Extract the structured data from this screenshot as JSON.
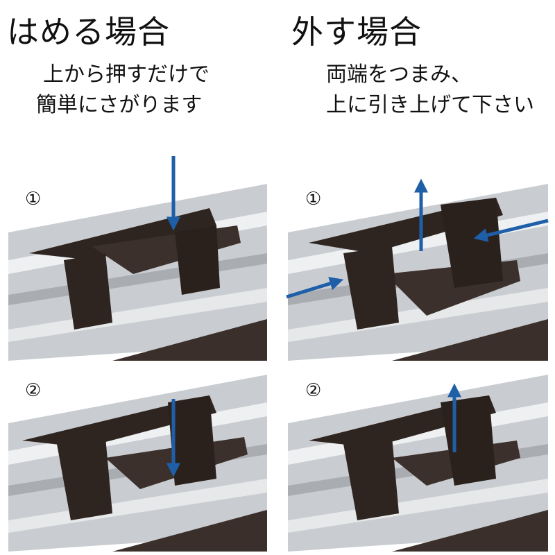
{
  "install": {
    "title": "はめる場合",
    "lines": [
      "上から押すだけで",
      "簡単にさがります"
    ]
  },
  "remove": {
    "title": "外す場合",
    "lines": [
      "両端をつまみ、",
      "上に引き上げて下さい"
    ]
  },
  "steps": [
    "①",
    "②"
  ],
  "colors": {
    "arrow": "#1f5fa8",
    "bracket": "#2e2420",
    "rail": "#c9ccd0"
  }
}
